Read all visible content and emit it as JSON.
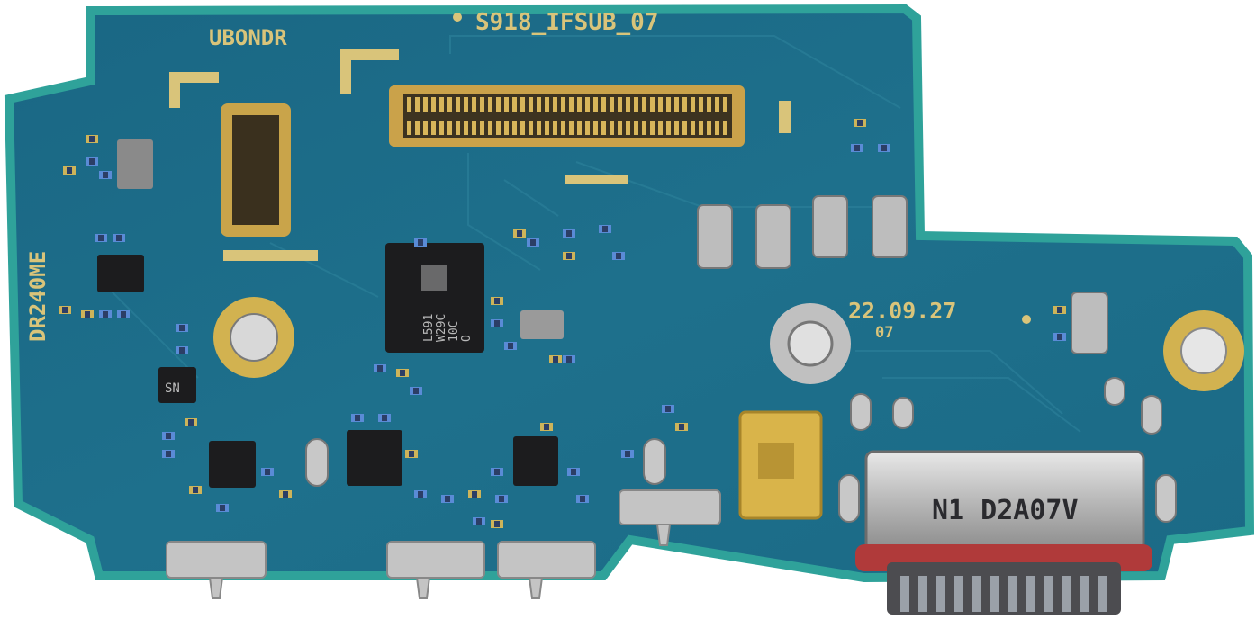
{
  "board": {
    "model_label": "S918_IFSUB_07",
    "top_left_label": "UBONDR",
    "side_label": "DR240ME",
    "date_label": "22.09.27",
    "date_sub_label": "07",
    "main_chip_marking": [
      "L591",
      "W29C",
      "10C",
      "O"
    ],
    "small_chip_label": "SN",
    "usb_port_marking": "N1 D2A07V",
    "colors": {
      "pcb": "#1f6f8a",
      "pcb_edge": "#2a9a93",
      "gold": "#c9a640",
      "silver": "#c8c8c8",
      "chip": "#1c1c1e"
    }
  }
}
